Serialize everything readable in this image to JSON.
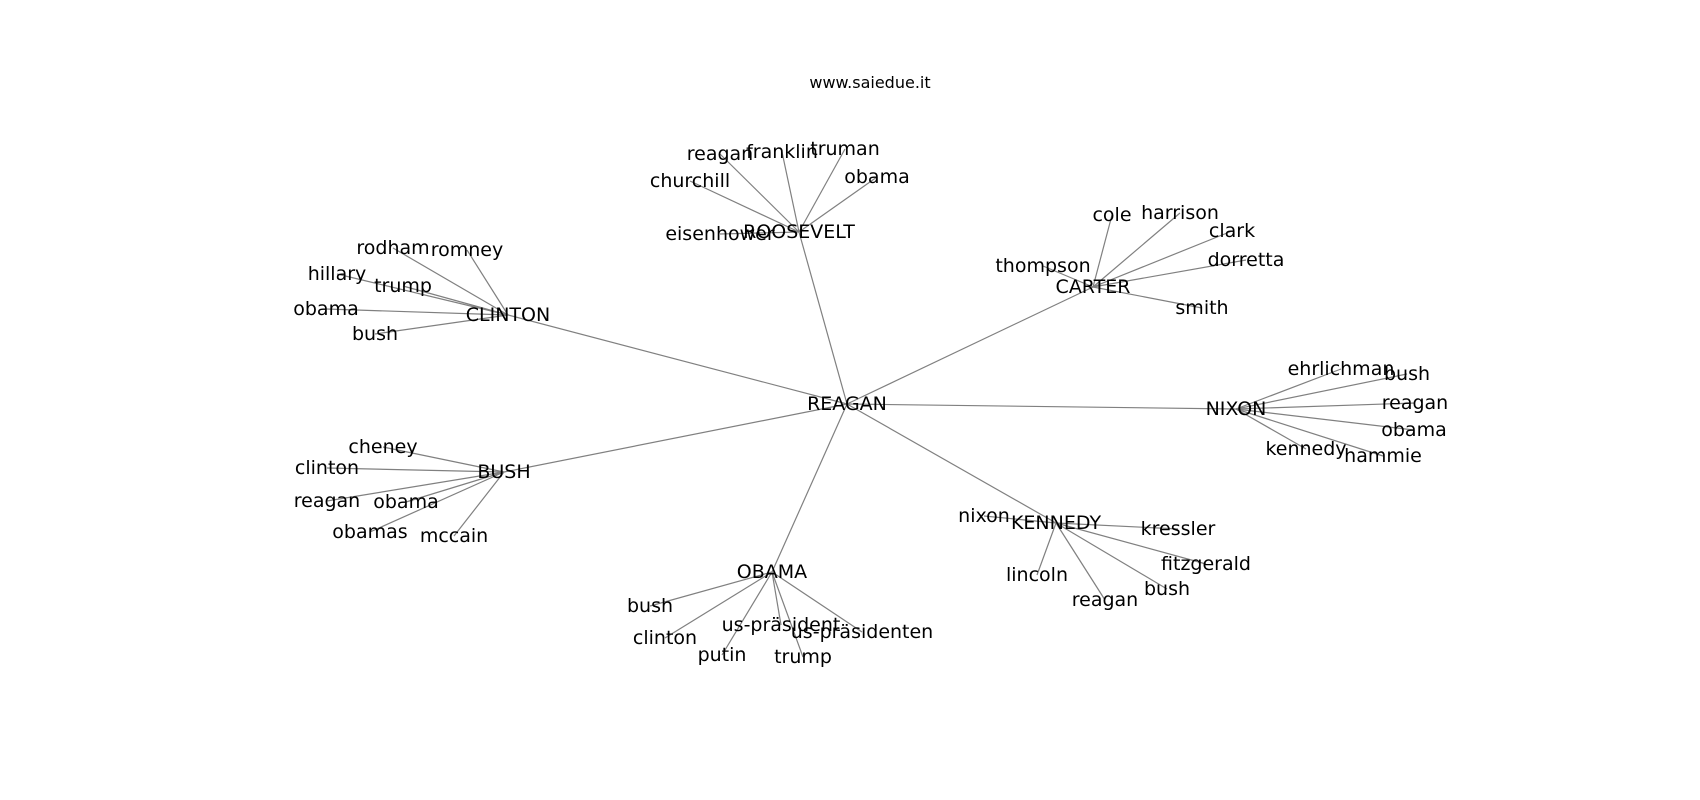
{
  "watermark": "www.saiedue.it",
  "edge_color": "#808080",
  "root": {
    "label": "REAGAN"
  },
  "hubs": [
    {
      "id": "roosevelt",
      "label": "ROOSEVELT",
      "leaves": [
        "eisenhower",
        "churchill",
        "reagan",
        "franklin",
        "truman",
        "obama"
      ]
    },
    {
      "id": "carter",
      "label": "CARTER",
      "leaves": [
        "thompson",
        "cole",
        "harrison",
        "clark",
        "dorretta",
        "smith"
      ]
    },
    {
      "id": "clinton",
      "label": "CLINTON",
      "leaves": [
        "rodham",
        "romney",
        "hillary",
        "trump",
        "obama",
        "bush"
      ]
    },
    {
      "id": "nixon",
      "label": "NIXON",
      "leaves": [
        "ehrlichman",
        "bush",
        "reagan",
        "obama",
        "kennedy",
        "hammie"
      ]
    },
    {
      "id": "bush",
      "label": "BUSH",
      "leaves": [
        "cheney",
        "clinton",
        "reagan",
        "obama",
        "obamas",
        "mccain"
      ]
    },
    {
      "id": "kennedy",
      "label": "KENNEDY",
      "leaves": [
        "nixon",
        "kressler",
        "fitzgerald",
        "bush",
        "reagan",
        "lincoln"
      ]
    },
    {
      "id": "obama",
      "label": "OBAMA",
      "leaves": [
        "bush",
        "clinton",
        "putin",
        "us-präsident",
        "us-präsidenten",
        "trump"
      ]
    }
  ]
}
